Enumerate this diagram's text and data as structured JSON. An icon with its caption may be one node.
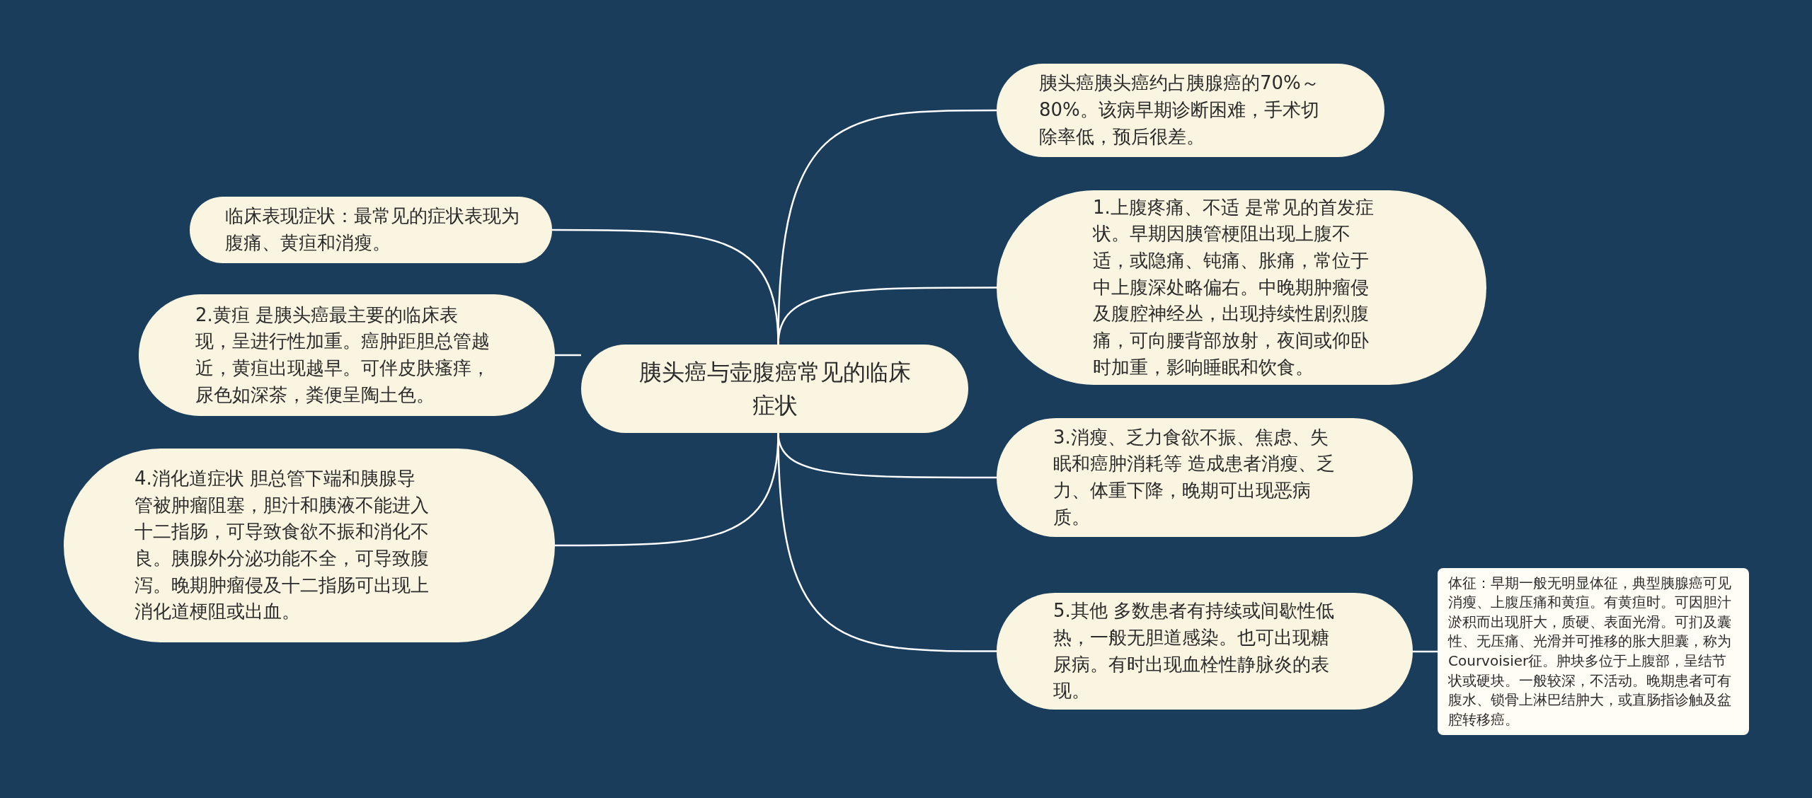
{
  "diagram": {
    "nodes": [
      {
        "text": [
          "胰头癌与壶腹癌常见的临床症状"
        ]
      },
      {
        "text": [
          "临床表现症状：最常见的症状表现为腹痛、黄疸和消瘦。"
        ]
      },
      {
        "text": [
          "2.黄疸 是胰头癌最主要的临床表现，呈进行性加重。癌肿距胆总管越近，黄疸出现越早。可伴皮肤瘙痒，尿色如深茶，粪便呈陶土色。"
        ]
      },
      {
        "text": [
          "4.消化道症状 胆总管下端和胰腺导管被肿瘤阻塞，胆汁和胰液不能进入十二指肠，可导致食欲不振和消化不良。胰腺外分泌功能不全，可导致腹泻。晚期肿瘤侵及十二指肠可出现上消化道梗阻或出血。"
        ]
      },
      {
        "text": [
          "胰头癌胰头癌约占胰腺癌的70%～80%。该病早期诊断困难，手术切除率低，预后很差。"
        ]
      },
      {
        "text": [
          "1.上腹疼痛、不适 是常见的首发症状。早期因胰管梗阻出现上腹不适，或隐痛、钝痛、胀痛，常位于中上腹深处略偏右。中晚期肿瘤侵及腹腔神经丛，出现持续性剧烈腹痛，可向腰背部放射，夜间或仰卧时加重，影响睡眠和饮食。"
        ]
      },
      {
        "text": [
          "3.消瘦、乏力食欲不振、焦虑、失眠和癌肿消耗等 造成患者消瘦、乏力、体重下降，晚期可出现恶病质。"
        ]
      },
      {
        "text": [
          "5.其他 多数患者有持续或间歇性低热，一般无胆道感染。也可出现糖尿病。有时出现血栓性静脉炎的表现。"
        ]
      },
      {
        "text": [
          "体征：早期一般无明显体征，典型胰腺癌可见消瘦、上腹压痛和黄疸。有黄疸时。可因胆汁淤积而出现肝大，质硬、表面光滑。可扪及囊性、无压痛、光滑并可推移的胀大胆囊，称为Courvoisier征。肿块多位于上腹部，呈结节状或硬块。一般较深，不活动。晚期患者可有腹水、锁骨上淋巴结肿大，或直肠指诊触及盆腔转移癌。"
        ]
      }
    ],
    "edges": [
      {
        "from": 0,
        "to": 1,
        "arrow": "none"
      },
      {
        "from": 0,
        "to": 2,
        "arrow": "none"
      },
      {
        "from": 0,
        "to": 3,
        "arrow": "none"
      },
      {
        "from": 0,
        "to": 4,
        "arrow": "none"
      },
      {
        "from": 0,
        "to": 5,
        "arrow": "none"
      },
      {
        "from": 0,
        "to": 6,
        "arrow": "none"
      },
      {
        "from": 0,
        "to": 7,
        "arrow": "none"
      },
      {
        "from": 7,
        "to": 8,
        "arrow": "none"
      }
    ]
  }
}
